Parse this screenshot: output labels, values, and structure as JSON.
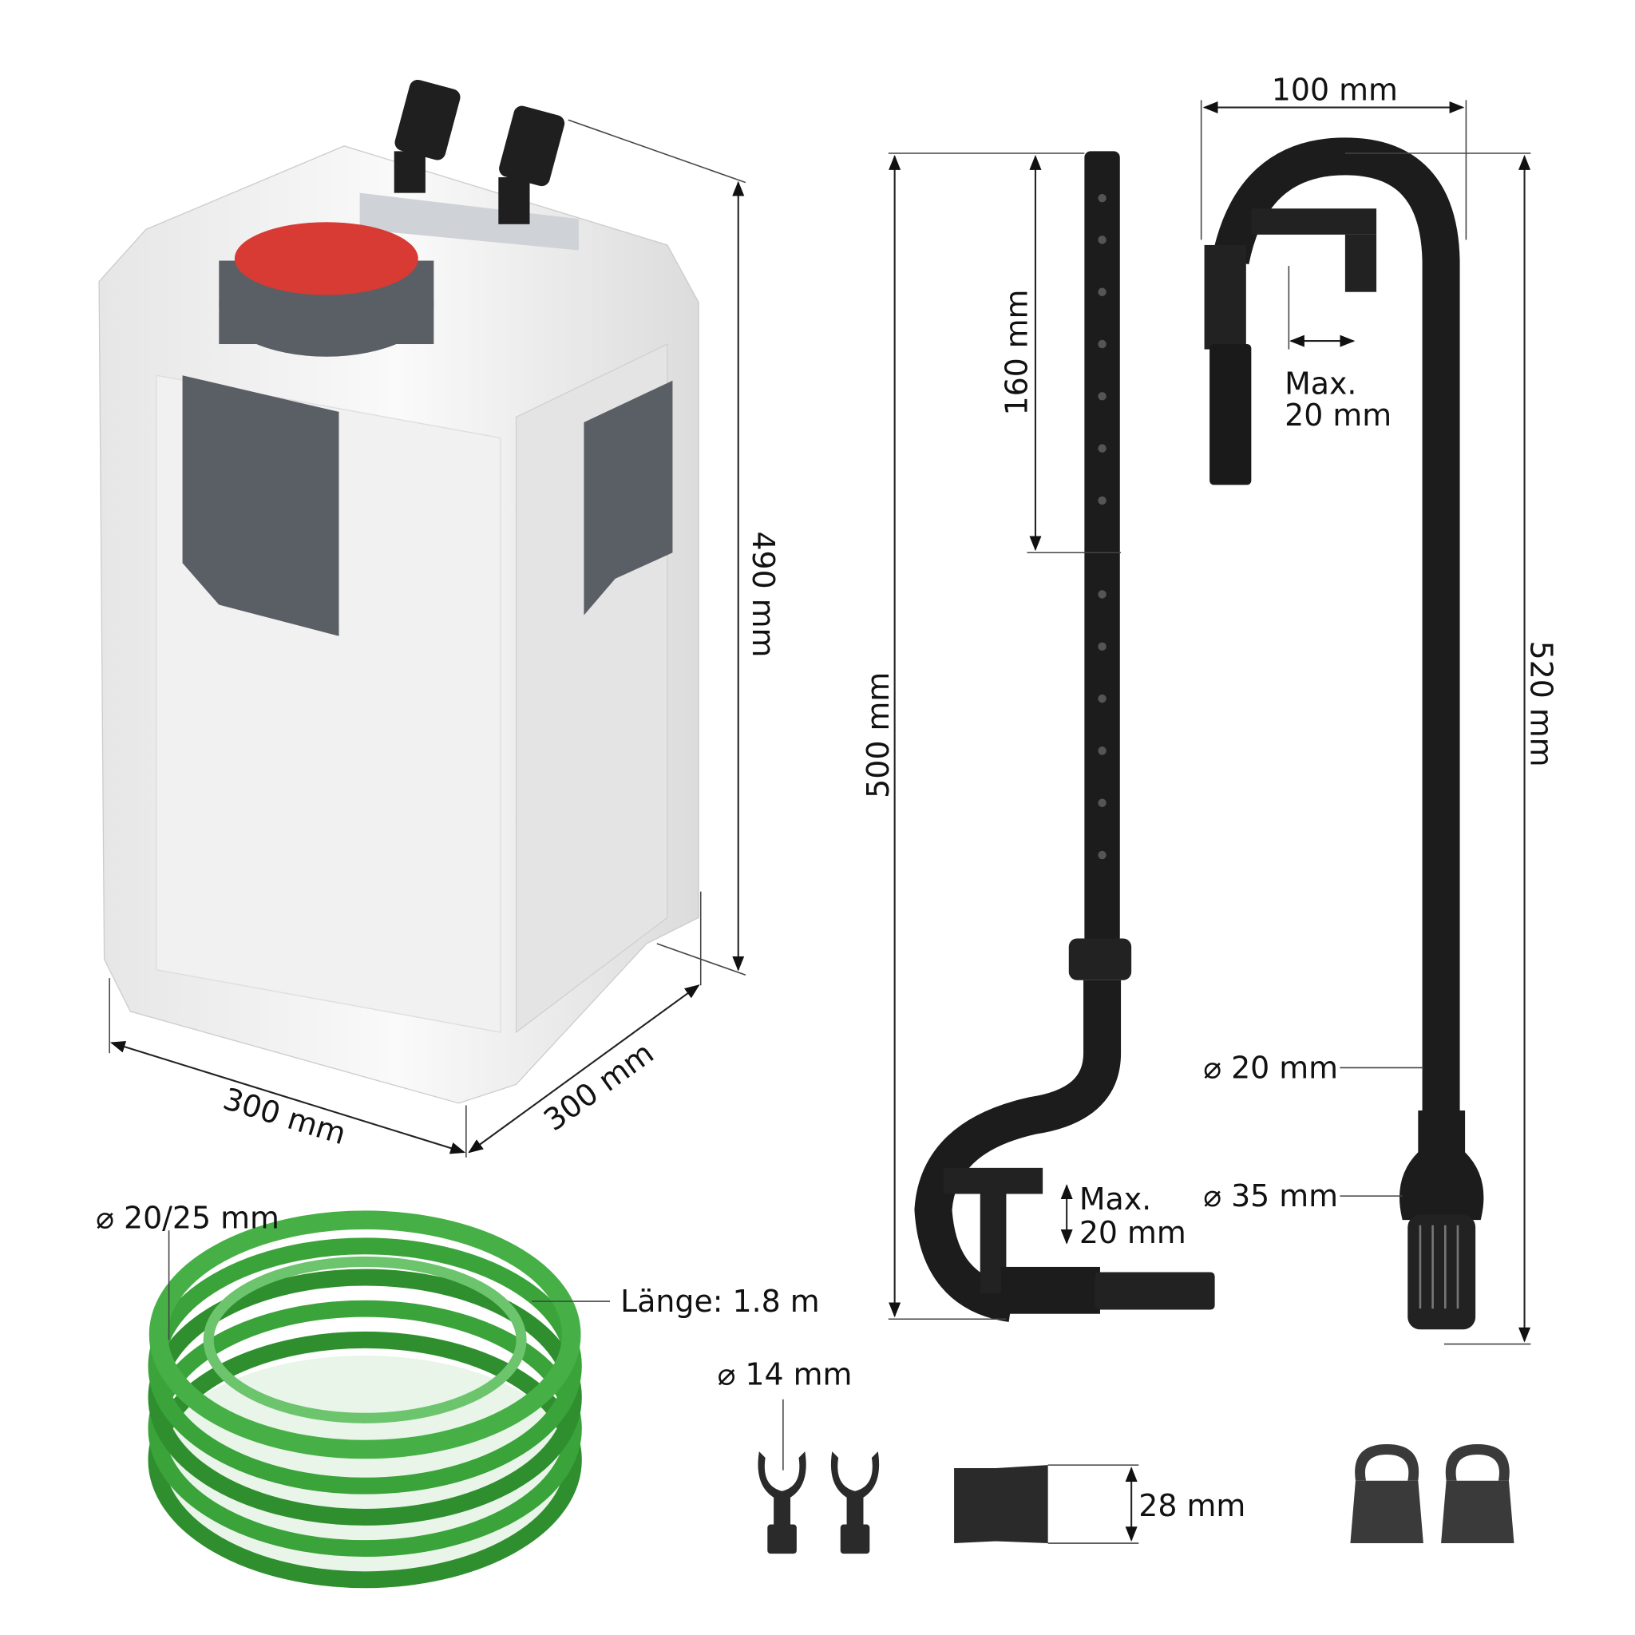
{
  "filter": {
    "height_label": "490 mm",
    "width_label": "300 mm",
    "depth_label": "300 mm"
  },
  "intake_pipe": {
    "total_height_label": "500 mm",
    "adjust_label": "160 mm",
    "clamp_max_label": "Max.",
    "clamp_max_value": "20 mm"
  },
  "outflow_pipe": {
    "width_label": "100 mm",
    "height_label": "520 mm",
    "clamp_max_label": "Max.",
    "clamp_max_value": "20 mm",
    "pipe_diameter_label": "⌀ 20 mm",
    "strainer_diameter_label": "⌀ 35 mm"
  },
  "hose": {
    "diameter_label": "⌀ 20/25 mm",
    "length_label": "Länge: 1.8 m"
  },
  "accessories": {
    "suction_cup_label": "⌀ 14 mm",
    "nozzle_label": "28 mm"
  },
  "colors": {
    "body": "#eeeeee",
    "panel": "#5a5f66",
    "button": "#d83a34",
    "pipe": "#1c1c1c",
    "hose": "#3aa33a"
  }
}
